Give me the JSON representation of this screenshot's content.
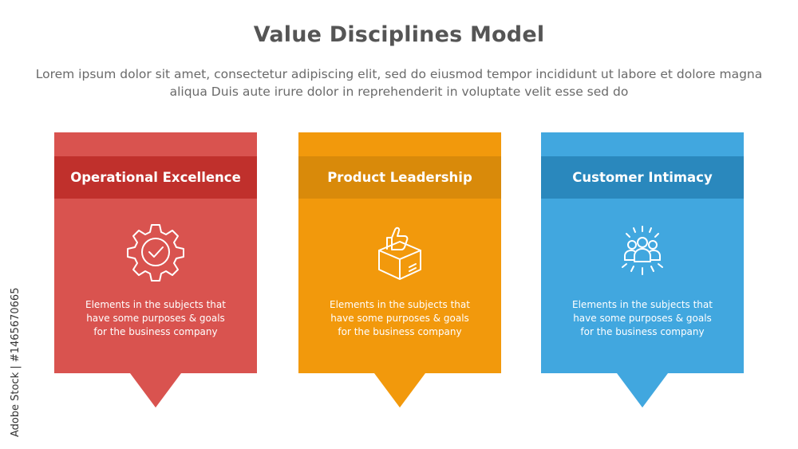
{
  "title": "Value Disciplines Model",
  "subtitle": "Lorem ipsum dolor sit amet, consectetur adipiscing elit, sed do eiusmod tempor incididunt ut labore et dolore magna aliqua Duis aute irure dolor in reprehenderit in voluptate velit esse sed do",
  "cards": [
    {
      "heading": "Operational Excellence",
      "icon": "gear-check-icon",
      "description": "Elements in the subjects that\nhave  some purposes & goals\nfor the  business company",
      "color": "#d9534f",
      "band_color": "#c0302c"
    },
    {
      "heading": "Product Leadership",
      "icon": "box-thumbs-up-icon",
      "description": "Elements in the subjects that\nhave  some purposes & goals\nfor the  business company",
      "color": "#f2990c",
      "band_color": "#d98a0a"
    },
    {
      "heading": "Customer Intimacy",
      "icon": "group-people-icon",
      "description": "Elements in the subjects that\nhave  some purposes & goals\nfor the  business company",
      "color": "#41a7df",
      "band_color": "#2a88bd"
    }
  ],
  "stock_credit": "Adobe Stock | #1465670665"
}
